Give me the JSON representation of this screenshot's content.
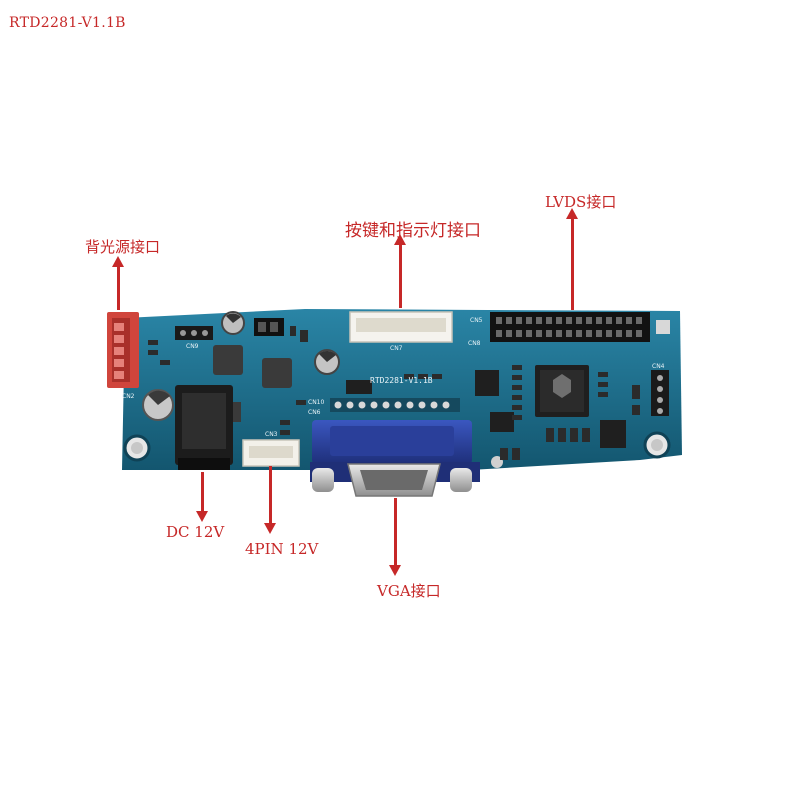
{
  "title": "RTD2281-V1.1B",
  "board": {
    "silkscreen_model": "RTD2281-V1.1B",
    "connector_labels": [
      "CN2",
      "CN3",
      "CN4",
      "CN5",
      "CN6",
      "CN7",
      "CN8",
      "CN9",
      "CN10"
    ]
  },
  "callouts": {
    "backlight": "背光源接口",
    "keypad": "按键和指示灯接口",
    "lvds": "LVDS接口",
    "dc": "DC 12V",
    "pin4": "4PIN 12V",
    "vga": "VGA接口"
  },
  "colors": {
    "annotation": "#c62828",
    "pcb": "#1d6f8e",
    "connector_red": "#d0453c",
    "vga_blue": "#2d46a5"
  }
}
